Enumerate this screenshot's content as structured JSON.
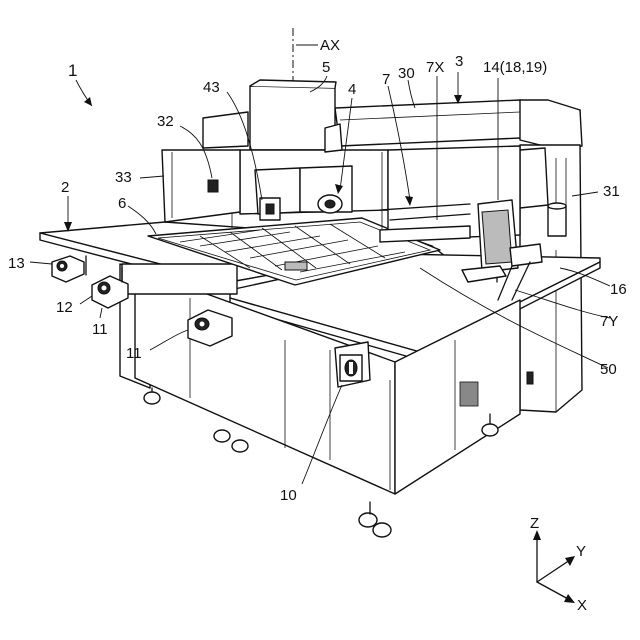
{
  "figure_number": "1",
  "labels": {
    "l_ax": "AX",
    "l_5": "5",
    "l_7x": "7X",
    "l_3": "3",
    "l_30": "30",
    "l_14": "14(18,19)",
    "l_43": "43",
    "l_4": "4",
    "l_7": "7",
    "l_32": "32",
    "l_33": "33",
    "l_31": "31",
    "l_2": "2",
    "l_6": "6",
    "l_13": "13",
    "l_12": "12",
    "l_11a": "11",
    "l_11b": "11",
    "l_16": "16",
    "l_7y": "7Y",
    "l_50": "50",
    "l_10": "10"
  },
  "axes": {
    "z": "Z",
    "y": "Y",
    "x": "X"
  }
}
